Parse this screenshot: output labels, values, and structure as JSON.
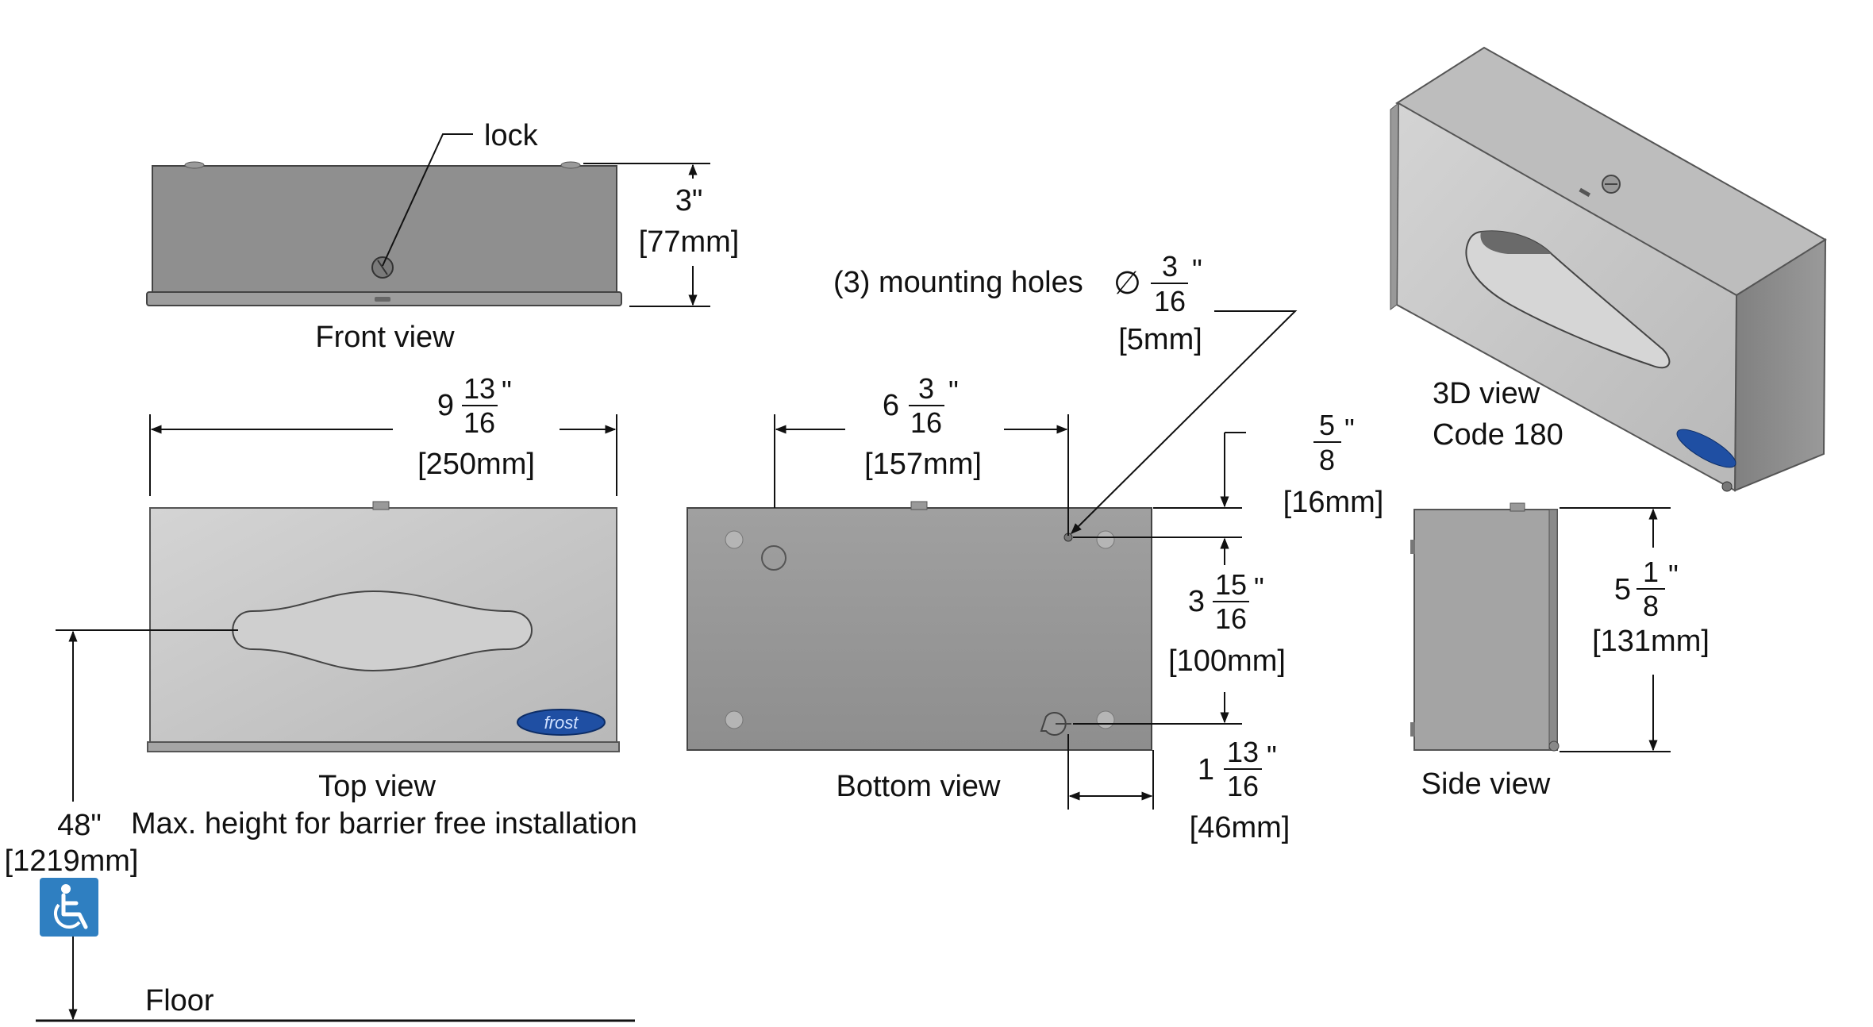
{
  "labels": {
    "lock": "lock",
    "front_view": "Front view",
    "top_view": "Top view",
    "bottom_view": "Bottom view",
    "side_view": "Side view",
    "view_3d": "3D view",
    "code": "Code 180",
    "mounting_holes_prefix": "(3) mounting holes",
    "mounting_holes_symbol": "∅",
    "barrier_height": "48\"",
    "barrier_height_mm": "[1219mm]",
    "barrier_caption": "Max. height for barrier free installation",
    "floor": "Floor",
    "brand": "frost"
  },
  "dimensions": {
    "front_height": {
      "text": "3\"",
      "mm": "[77mm]"
    },
    "top_width": {
      "whole": "9",
      "num": "13",
      "den": "16",
      "inch": "\"",
      "mm": "[250mm]"
    },
    "hole_spacing": {
      "whole": "6",
      "num": "3",
      "den": "16",
      "inch": "\"",
      "mm": "[157mm]"
    },
    "hole_diameter": {
      "num": "3",
      "den": "16",
      "inch": "\"",
      "mm": "[5mm]"
    },
    "top_hole_offset": {
      "num": "5",
      "den": "8",
      "inch": "\"",
      "mm": "[16mm]"
    },
    "vertical_hole_spacing": {
      "whole": "3",
      "num": "15",
      "den": "16",
      "inch": "\"",
      "mm": "[100mm]"
    },
    "keyhole_offset": {
      "whole": "1",
      "num": "13",
      "den": "16",
      "inch": "\"",
      "mm": "[46mm]"
    },
    "side_height": {
      "whole": "5",
      "num": "1",
      "den": "8",
      "inch": "\"",
      "mm": "[131mm]"
    }
  },
  "colors": {
    "line": "#111111",
    "steel_light": "#c8c8c8",
    "steel_mid": "#a9a9a9",
    "steel_dark": "#8c8c8c",
    "steel_shadow": "#6f6f6f",
    "brand_blue": "#1f4fa3",
    "accessibility_blue": "#2f7fc1"
  },
  "icons": [
    "wheelchair-icon",
    "frost-logo"
  ]
}
